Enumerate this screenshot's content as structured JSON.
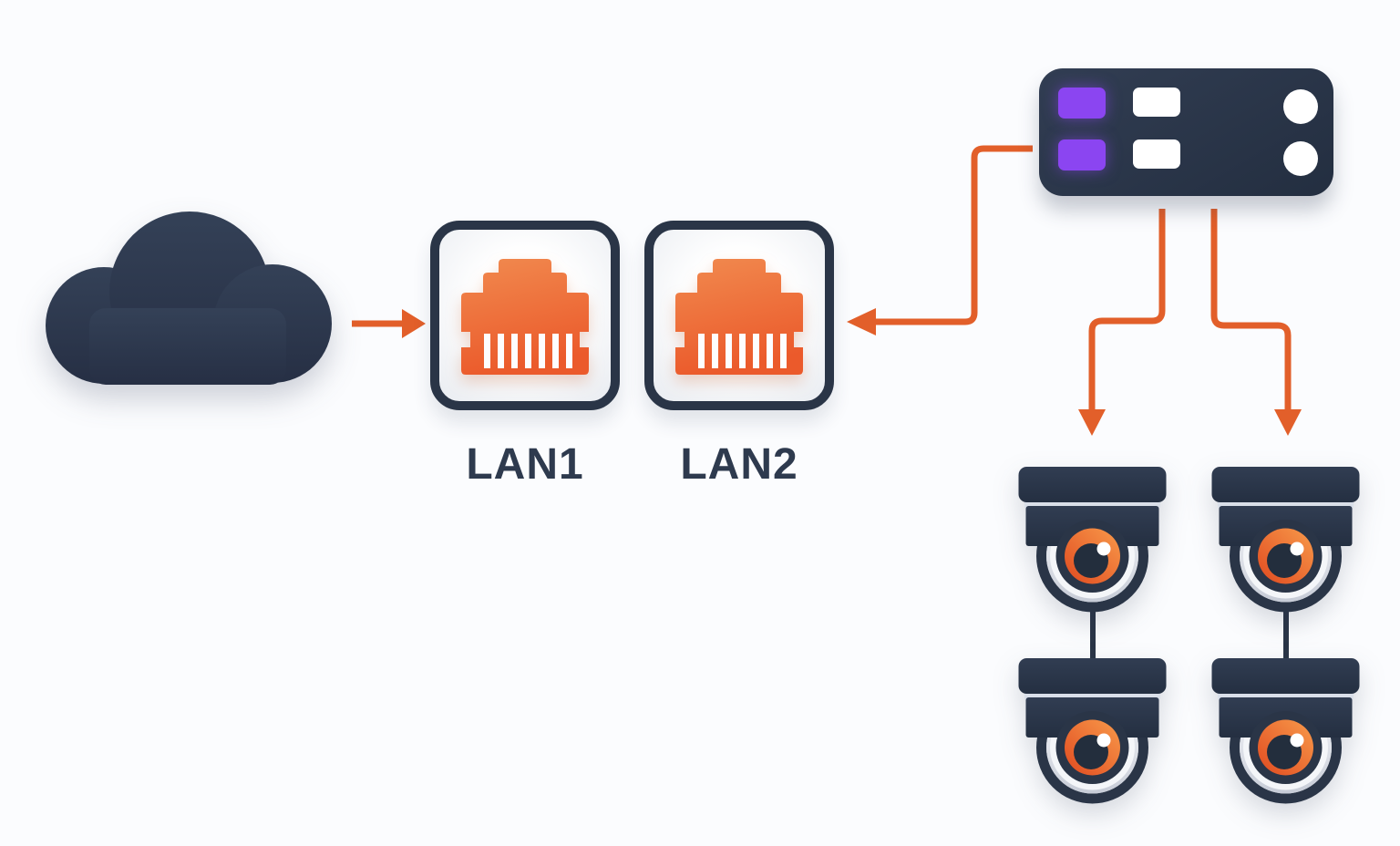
{
  "diagram": {
    "internet": {
      "icon": "cloud-icon"
    },
    "ports": [
      {
        "id": "lan1",
        "label": "LAN1",
        "icon": "ethernet-port-icon"
      },
      {
        "id": "lan2",
        "label": "LAN2",
        "icon": "ethernet-port-icon"
      }
    ],
    "recorder": {
      "icon": "nvr-recorder-icon",
      "indicator_count": 2,
      "slot_count": 2,
      "knob_count": 2
    },
    "cameras": {
      "count": 4,
      "icon": "dome-camera-icon"
    },
    "connections": [
      {
        "from": "internet",
        "to": "lan1",
        "style": "arrow"
      },
      {
        "from": "recorder",
        "to": "lan2",
        "style": "arrow"
      },
      {
        "from": "recorder",
        "to": "camera-1",
        "style": "arrow"
      },
      {
        "from": "recorder",
        "to": "camera-2",
        "style": "arrow"
      },
      {
        "from": "camera-1",
        "to": "camera-3",
        "style": "line"
      },
      {
        "from": "camera-2",
        "to": "camera-4",
        "style": "line"
      }
    ]
  },
  "colors": {
    "navy": "#2a3547",
    "orange": "#e25f2a",
    "purple": "#8b45f1",
    "label": "#2e3a4e",
    "port_orange_light": "#f18a4f",
    "port_orange_dark": "#eb5a2b",
    "iris_light": "#f89a4a",
    "iris_dark": "#e04a20"
  }
}
